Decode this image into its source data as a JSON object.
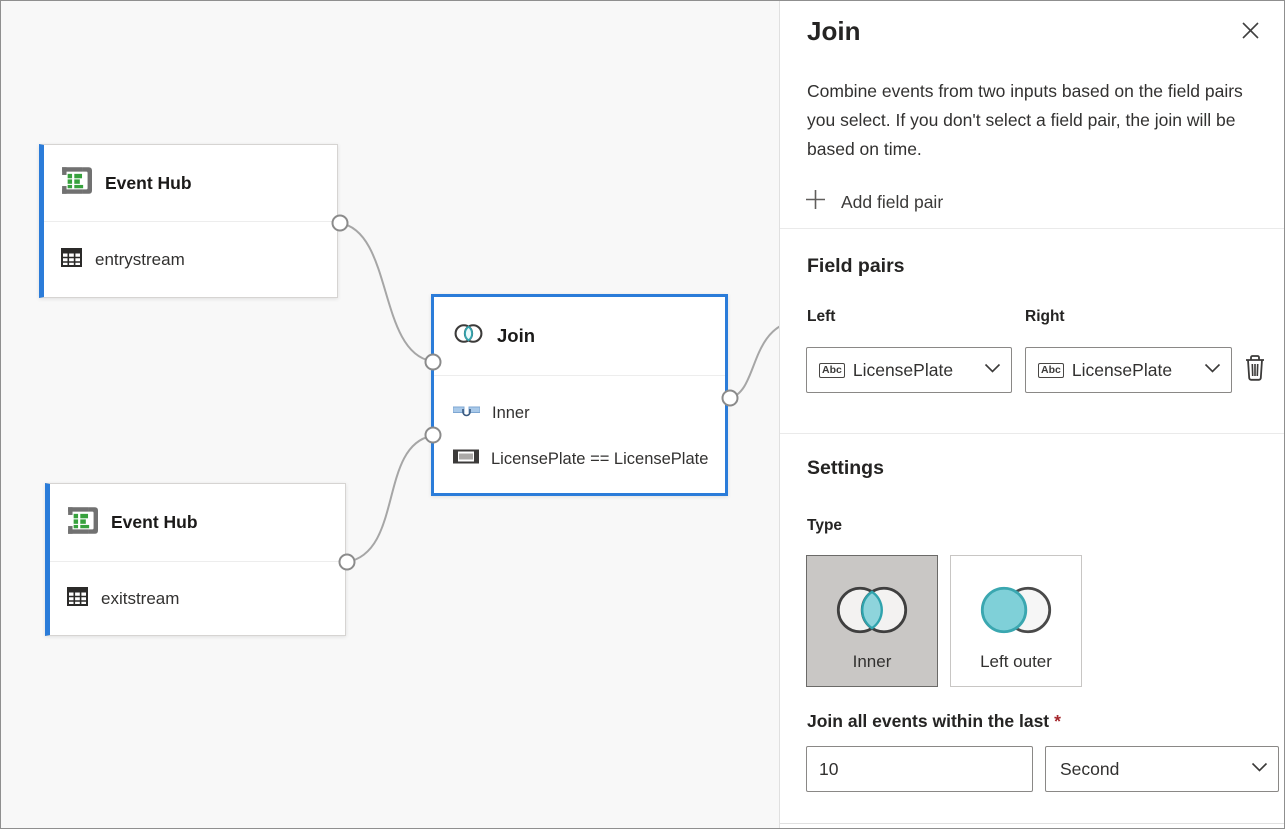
{
  "colors": {
    "accent_blue": "#2b7cd9",
    "teal_fill": "#85d0d9",
    "teal_stroke": "#35a4ae",
    "required_red": "#a4262c",
    "selected_card_bg": "#c9c7c5",
    "connector_gray": "#a6a6a6"
  },
  "icons": {
    "event_hub": "event-hub-icon",
    "table": "table-icon",
    "join_venn": "join-venn-icon",
    "inner_join": "inner-join-icon",
    "license_plate": "license-plate-icon",
    "close": "close-icon",
    "plus": "plus-icon",
    "chevron_down": "chevron-down-icon",
    "trash": "trash-icon",
    "field_type_badge": "Abc"
  },
  "canvas": {
    "nodes": [
      {
        "title": "Event Hub",
        "subtitle": "entrystream"
      },
      {
        "title": "Event Hub",
        "subtitle": "exitstream"
      },
      {
        "title": "Join",
        "join_type": "Inner",
        "condition": "LicensePlate == LicensePlate"
      }
    ]
  },
  "panel": {
    "title": "Join",
    "description": "Combine events from two inputs based on the field pairs you select. If you don't select a field pair, the join will be based on time.",
    "add_field_pair_label": "Add field pair",
    "field_pairs": {
      "heading": "Field pairs",
      "left_label": "Left",
      "right_label": "Right",
      "left_value": "LicensePlate",
      "right_value": "LicensePlate",
      "badge": "Abc"
    },
    "settings": {
      "heading": "Settings",
      "type_label": "Type",
      "options": [
        {
          "label": "Inner",
          "selected": true
        },
        {
          "label": "Left outer",
          "selected": false
        }
      ],
      "duration_label": "Join all events within the last",
      "required_marker": "*",
      "duration_value": "10",
      "duration_unit": "Second"
    }
  }
}
